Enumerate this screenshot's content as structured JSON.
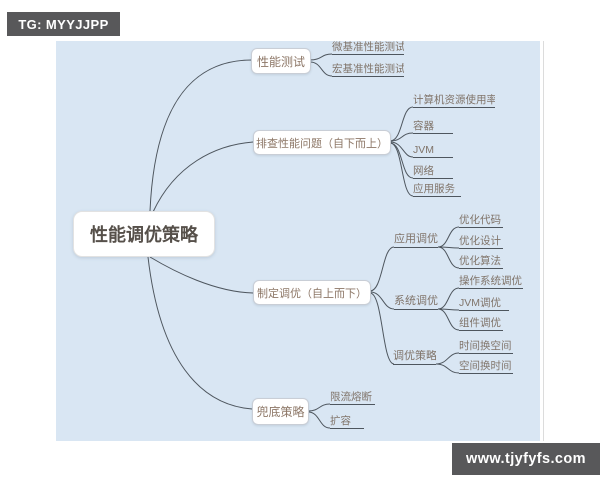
{
  "watermarks": {
    "top_left": "TG: MYYJJPP",
    "bottom_right": "www.tjyfyfs.com"
  },
  "colors": {
    "canvas_bg": "#d9e6f3",
    "node_bg": "#ffffff",
    "node_border": "#c9ced6",
    "root_text": "#56504a",
    "branch_text": "#8d7767",
    "leaf_text": "#80746a",
    "line": "#4e565e",
    "watermark_bg": "#58585a",
    "watermark_text": "#ffffff"
  },
  "mindmap": {
    "root": {
      "label": "性能调优策略"
    },
    "branches": [
      {
        "label": "性能测试",
        "children": [
          {
            "label": "微基准性能测试"
          },
          {
            "label": "宏基准性能测试"
          }
        ]
      },
      {
        "label": "排查性能问题（自下而上）",
        "children": [
          {
            "label": "计算机资源使用率"
          },
          {
            "label": "容器"
          },
          {
            "label": "JVM"
          },
          {
            "label": "网络"
          },
          {
            "label": "应用服务"
          }
        ]
      },
      {
        "label": "制定调优（自上而下）",
        "children": [
          {
            "label": "应用调优",
            "children": [
              {
                "label": "优化代码"
              },
              {
                "label": "优化设计"
              },
              {
                "label": "优化算法"
              }
            ]
          },
          {
            "label": "系统调优",
            "children": [
              {
                "label": "操作系统调优"
              },
              {
                "label": "JVM调优"
              },
              {
                "label": "组件调优"
              }
            ]
          },
          {
            "label": "调优策略",
            "children": [
              {
                "label": "时间换空间"
              },
              {
                "label": "空间换时间"
              }
            ]
          }
        ]
      },
      {
        "label": "兜底策略",
        "children": [
          {
            "label": "限流熔断"
          },
          {
            "label": "扩容"
          }
        ]
      }
    ]
  }
}
